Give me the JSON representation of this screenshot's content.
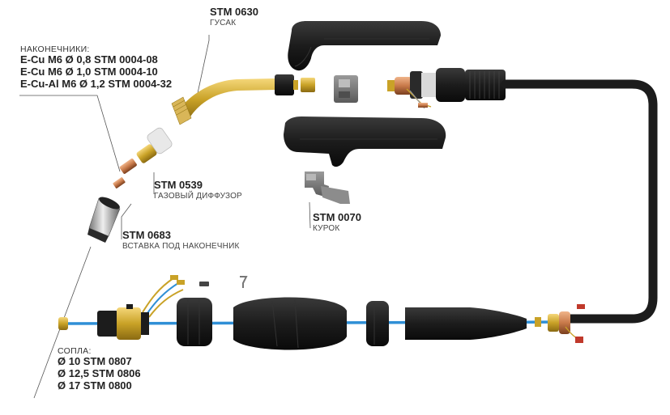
{
  "labels": {
    "gooseneck": {
      "code": "STM 0630",
      "caption": "ГУСАК"
    },
    "tips": {
      "header": "НАКОНЕЧНИКИ:",
      "items": [
        "E-Cu M6 Ø 0,8 STM 0004-08",
        "E-Cu M6 Ø 1,0 STM 0004-10",
        "E-Cu-Al M6 Ø 1,2 STM 0004-32"
      ]
    },
    "diffuser": {
      "code": "STM 0539",
      "caption": "ГАЗОВЫЙ ДИФФУЗОР"
    },
    "tip_holder": {
      "code": "STM 0683",
      "caption": "ВСТАВКА ПОД НАКОНЕЧНИК"
    },
    "trigger": {
      "code": "STM 0070",
      "caption": "КУРОК"
    },
    "nozzles": {
      "header": "СОПЛА:",
      "items": [
        "Ø 10 STM 0807",
        "Ø 12,5 STM 0806",
        "Ø 17 STM 0800"
      ]
    }
  },
  "colors": {
    "brass": "#c9a227",
    "copper": "#c87a4a",
    "handle": "#1c1c1c",
    "cable": "#2f8fd6",
    "leader": "#555555"
  }
}
